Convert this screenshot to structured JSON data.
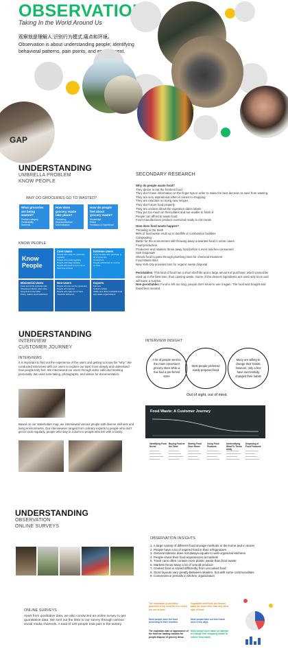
{
  "observation": {
    "title": "OBSERVATION",
    "subtitle": "Taking In the World Around Us",
    "description": "观察就是理解人;识别行为模式,痛点和环境。Observation is about understanding people; identifying behavioral patterns, pain points, and environment."
  },
  "umbrella": {
    "heading": "UNDERSTANDING",
    "sub1": "UMBRELLA PROBLEM",
    "sub2": "KNOW PEOPLE",
    "question": "WHY DO GROCERIES GO TO WASTED?",
    "cards": [
      {
        "title": "What groceries are being wasted?",
        "body": "Product category\nPerishability\nNutrients"
      },
      {
        "title": "How does grocery waste take place?",
        "body": "Frequency\nDisposal Method\nDetermination"
      },
      {
        "title": "How do people feel about grocery waste?",
        "body": "Knowledge\nEthics\nFeedback & Experience"
      }
    ],
    "know_label": "KNOW PEOPLE",
    "know_title": "Know People",
    "know_cells": [
      {
        "title": "Core Users",
        "body": "People who shop for groceries regularly\nPeople who cook regularly\nPeople with large families\nPeople who tend to put a lot of their time on food"
      },
      {
        "title": "Extreme Users",
        "body": "Large families who purchase a lot of groceries\nConsumers\nPeople with limited to no time on food"
      },
      {
        "title": "Ministerial Users",
        "body": "Food and drink professionals\nShopping industry users who bring food to the table\nPolicy makers and institutions"
      },
      {
        "title": "Non-Users",
        "body": "People who do not buy groceries\nPeople who eat out\nPeople who take-out or have meal-kits delivered"
      },
      {
        "title": "Experts",
        "body": "Farmers\nCulinary Artists\nCHEF and other foodstuffs food and waste organizations"
      }
    ],
    "secondary_title": "SECONDARY RESEARCH",
    "why_title": "Why do people waste food?",
    "why_items": [
      "They desire to eat the freshest food",
      "They don't have information on the finger tips in order to make the best decision to save from wasting",
      "They are very aspirational when it comes to shopping",
      "They are reluctant on trying new recipes",
      "They don't store food properly",
      "They are unclear about the expiration dates labels",
      "They put too much on their plates and are unable to finish it",
      "People can afford to waste food",
      "Food manufactures produce oversized ready to eat meals"
    ],
    "how_title": "How does food waste happen?",
    "how_items": [
      "Throwing in the trash",
      "96% of food waste ends up in landfills or combustion facilities",
      "Composting",
      "Better for the environment still throwing away unwanted food in some cases",
      "Food production",
      "Producers and retailers throw away food before it even reaches consumers",
      "Sink Disposals",
      "Shreds food to pass through plumbing lines for chemical treatment",
      "Food Waste Bins",
      "New York City provides bins for organic waste disposal"
    ],
    "perishables_label": "Perishables:",
    "perishables_text": " This kind of food has a short shelf life and a large amount of purchase; which cannot be used up in the best time, thus causing waste. Some of the dessert ingredients are used only once and will leave a surplus.",
    "nonperish_label": "Non-perishables:",
    "nonperish_text": " Food is left too long, people don't know to use it again. The food was bought and found less needed."
  },
  "journey": {
    "heading": "UNDERSTANDING",
    "sub1": "INTERVIEW",
    "sub2": "CUSTOMER JOURNEY",
    "interviews_label": "INTERVIEWS",
    "interviews_text": "It is important to find out the experience of the users and getting to know the \"why.\" We conducted interviews with our users to explore our topic more deeply and understand how people truly feel. We interviewed our users through video calls and meeting personally. We used note-taking, photographs, and videos for documentation.",
    "stakeholder_text": "Based on our stakeholder map, we interviewed various people with diverse skill sets and living environments. Our interviewees ranged from culinary experts to people who don't get to cook regularly, people who stay in a dorm to people who live with a family.",
    "insight_label": "INTERVIEW INSIGHT",
    "bubbles": [
      "A lot of people went to the most convenient grocery store while a few had a pre-ferred store",
      "Most people preferred easily prepared food",
      "Many are willing to change their habits; however, only a few have successfully changed their habits"
    ],
    "oos": "Out of sight, out of mind.",
    "chart_title": "Food Waste: A Customer Journey",
    "stages": [
      "Identifying Food Needs",
      "Buying Food at the Store",
      "Storing Food Once Home",
      "Using Food Products",
      "Unidentifying What To Throw Away",
      "Disposing of Food Products"
    ]
  },
  "surveys": {
    "heading": "UNDERSTANDING",
    "sub1": "OBSERVATION",
    "sub2": "ONLINE SURVEYS",
    "insights_label": "OBSERVATION INSIGHTS",
    "insights": [
      "1. A large variety of different food storage methods in the home and in stores",
      "2. People have a lot of expired food in their refrigerators",
      "3. General tidiness does not always equate to well-organized kitchens",
      "4. People share their food experiences at markets",
      "5. Trash cans often contain more plastic waste than food waste",
      "6. Markets throw away a lot of unsold produce",
      "7. Cooked food is stored differently from uncooked food",
      "8. Store layouts vary greatly between retailers, but with some commonalities",
      "9. Convenience prevails in kitchen organization"
    ],
    "online_label": "ONLINE SURVEYS",
    "online_text": "Apart from qualitative data, we also conducted an online survey to get quantitative data. We sent out the links to our survey through various social media channels. A total of 120 people took part in the survey.",
    "cards": [
      {
        "a": "The motivation to purchase groceries is the need for it or if they run out of food.",
        "b": "Most people store the food according to their intuition.",
        "c": "The expiration date or appearance of the food are leading reasons for people dispose of grocery items."
      },
      {
        "a": "Vegetables and fruits are thrown away the most often than any other type of food.",
        "b": "Most people take out their trash once a few days.",
        "c": "Most people have made an attempt to change their shopping habits to reduce food waste."
      }
    ]
  },
  "colors": {
    "green": "#14b866",
    "blue": "#2d8ee0",
    "yellow": "#f5c213",
    "gray": "#d9d9d9",
    "dark": "#222"
  }
}
